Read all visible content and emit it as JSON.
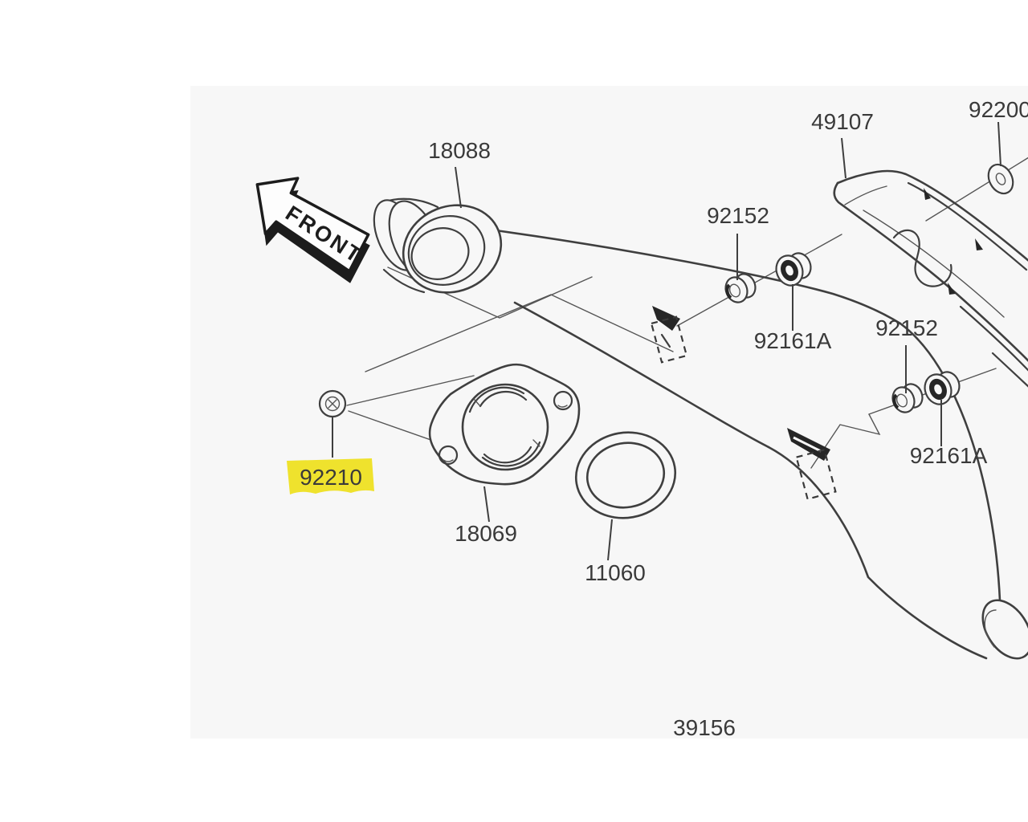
{
  "page": {
    "background": "#ffffff",
    "canvas_background": "#f7f7f7",
    "line_color": "#3f3f3f",
    "text_color": "#3a3a3a",
    "highlight_color": "#efe22d",
    "highlighted_part": "92210"
  },
  "front_arrow": {
    "text": "FRONT"
  },
  "parts": [
    {
      "label": "18088"
    },
    {
      "label": "49107"
    },
    {
      "label": "92200"
    },
    {
      "label": "92152"
    },
    {
      "label": "92161A"
    },
    {
      "label": "92152"
    },
    {
      "label": "92161A"
    },
    {
      "label": "92210",
      "highlighted": true
    },
    {
      "label": "18069"
    },
    {
      "label": "11060"
    },
    {
      "label": "39156"
    }
  ]
}
